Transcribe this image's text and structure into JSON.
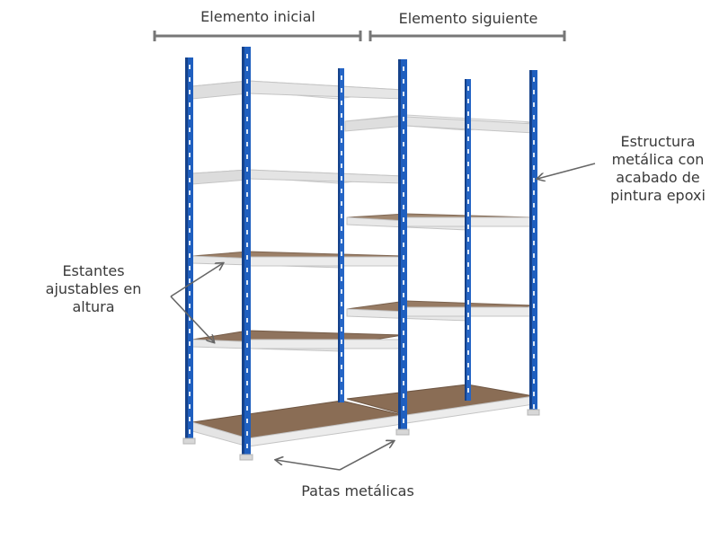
{
  "labels": {
    "initial_element": "Elemento inicial",
    "next_element": "Elemento siguiente",
    "structure": [
      "Estructura",
      "metálica con",
      "acabado de",
      "pintura epoxi"
    ],
    "shelves": [
      "Estantes",
      "ajustables en",
      "altura"
    ],
    "legs": "Patas metálicas"
  },
  "colors": {
    "upright_blue": "#1f5fbf",
    "upright_dark": "#16428a",
    "shelf_wood": "#8a6d55",
    "shelf_wood_light": "#a38770",
    "beam_white": "#eeeeee",
    "arrow_grey": "#666666",
    "text": "#3a3a3a"
  }
}
